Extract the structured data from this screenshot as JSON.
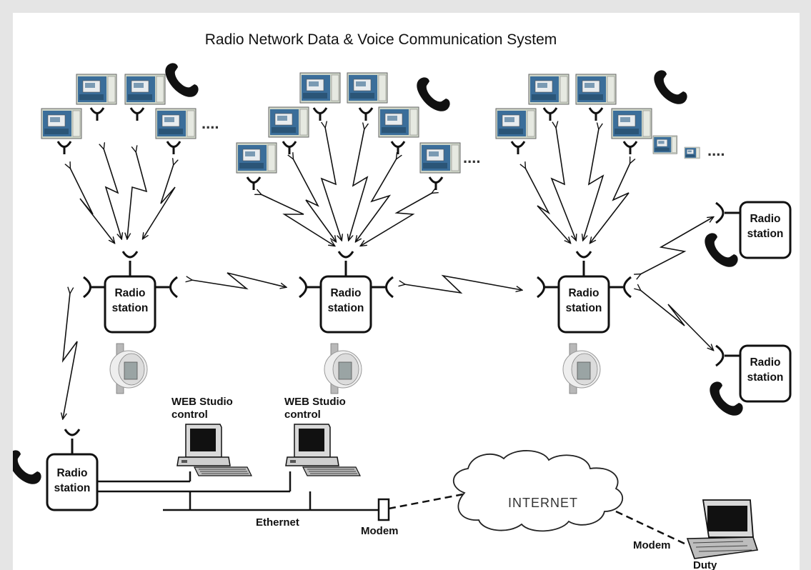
{
  "title": "Radio Network Data & Voice Communication System",
  "radio_station_label_line1": "Radio",
  "radio_station_label_line2": "station",
  "web_studio_line1": "WEB Studio",
  "web_studio_line2": "control",
  "internet_label": "INTERNET",
  "ethernet_label": "Ethernet",
  "modem_label": "Modem",
  "duty_label": "Duty",
  "ellipsis": "....",
  "colors": {
    "background": "#ffffff",
    "frame": "#e5e5e5",
    "line": "#111111",
    "cabinet_body": "#dfe3d6",
    "cabinet_screen": "#2f6fa8"
  }
}
